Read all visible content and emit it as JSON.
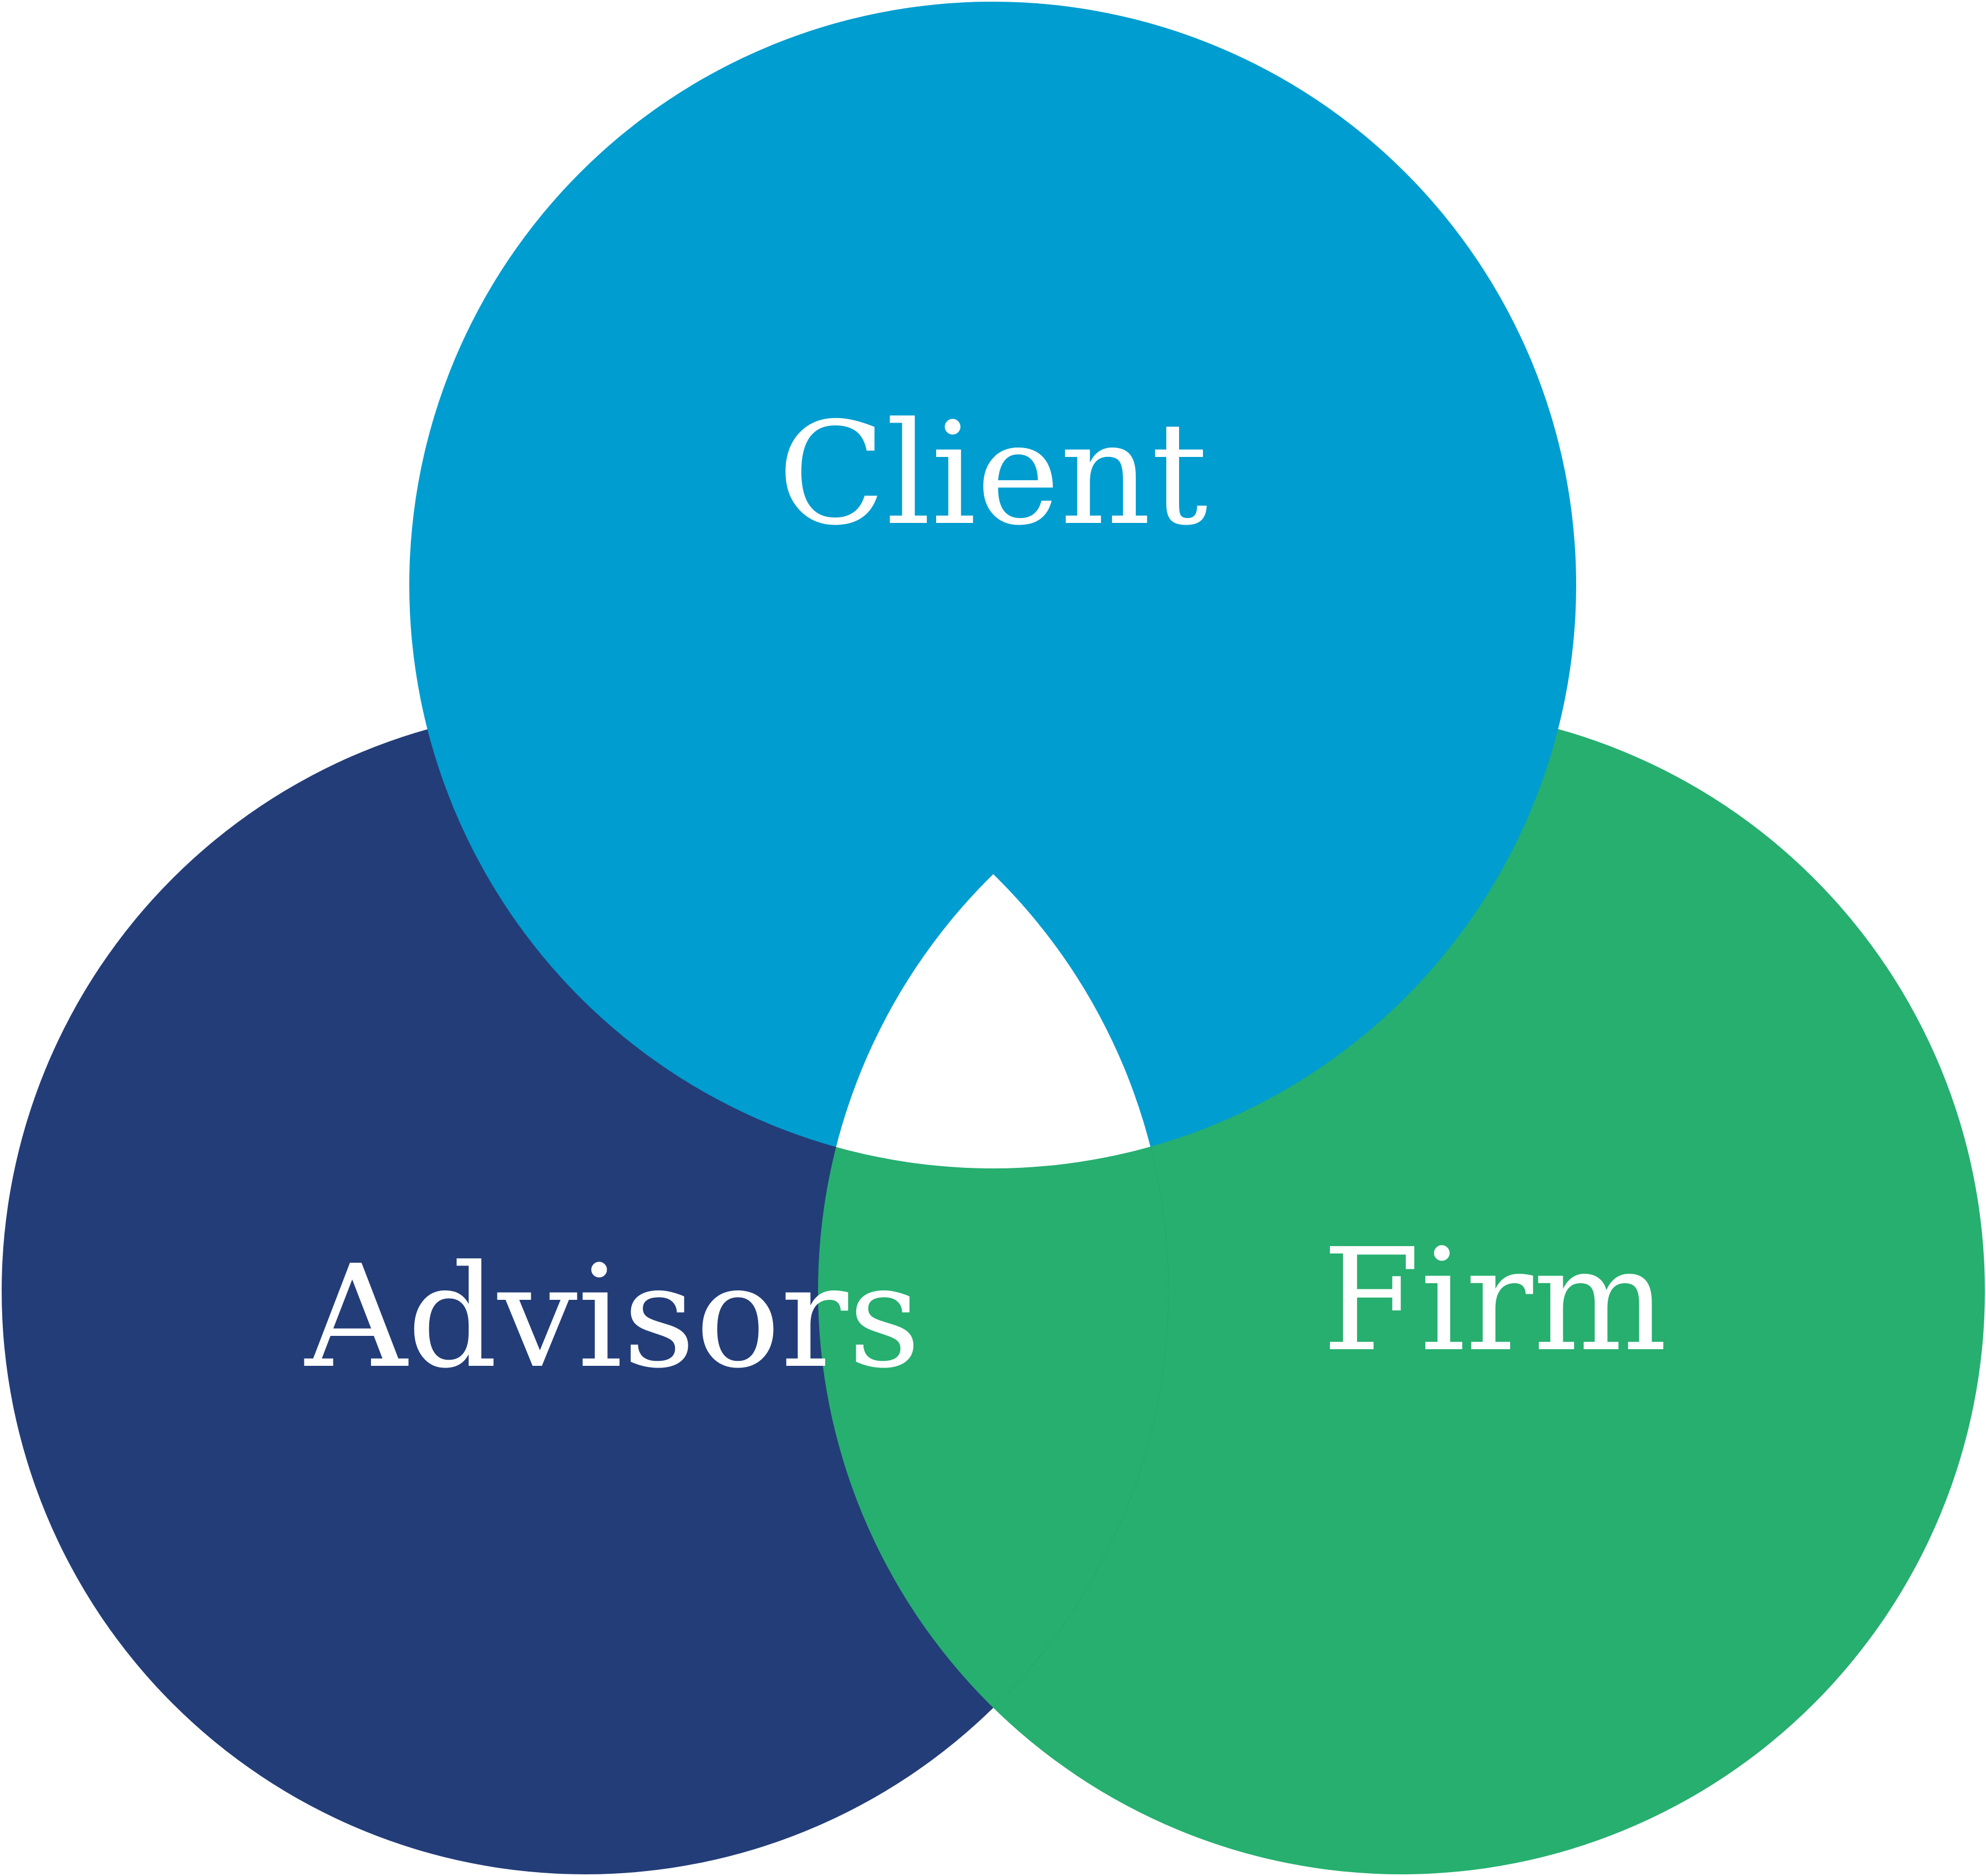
{
  "diagram": {
    "type": "venn",
    "center_gap_color": "#ffffff",
    "circles": [
      {
        "id": "client",
        "label": "Client",
        "color": "#009DD0"
      },
      {
        "id": "advisors",
        "label": "Advisors",
        "color": "#233D78"
      },
      {
        "id": "firm",
        "label": "Firm",
        "color": "#26AF6F"
      }
    ]
  }
}
